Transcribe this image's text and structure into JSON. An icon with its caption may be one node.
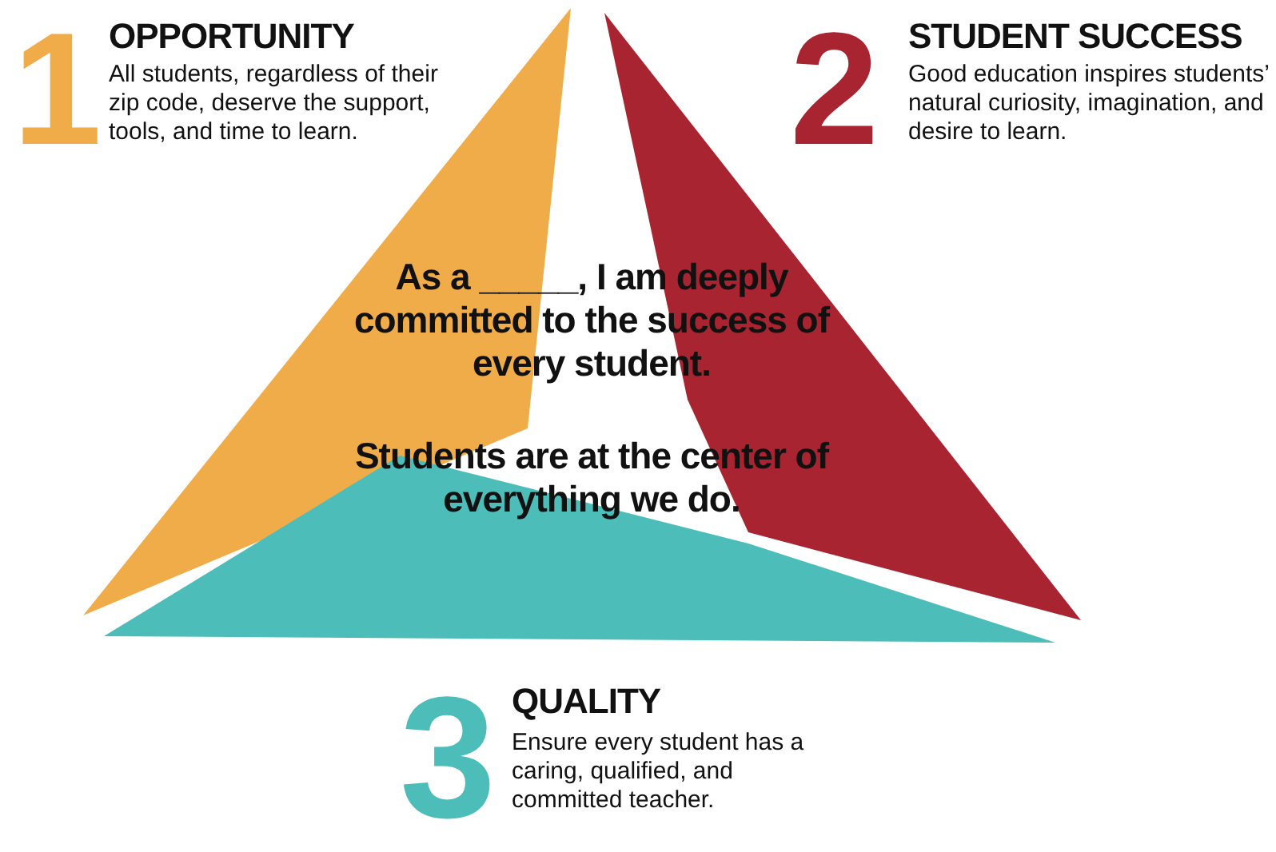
{
  "diagram": {
    "labels": [
      "1",
      "OPPORTUNITY",
      "All students, regardless of their zip code, deserve the support, tools, and time to learn.",
      "2",
      "STUDENT SUCCESS",
      "Good education inspires students’ natural curiosity, imagination, and desire to learn.",
      "As a _____, I am deeply committed to the success of every student.",
      "Students are at the center of everything we do.",
      "3",
      "QUALITY",
      "Ensure every student has a caring, qualified, and committed teacher."
    ]
  }
}
